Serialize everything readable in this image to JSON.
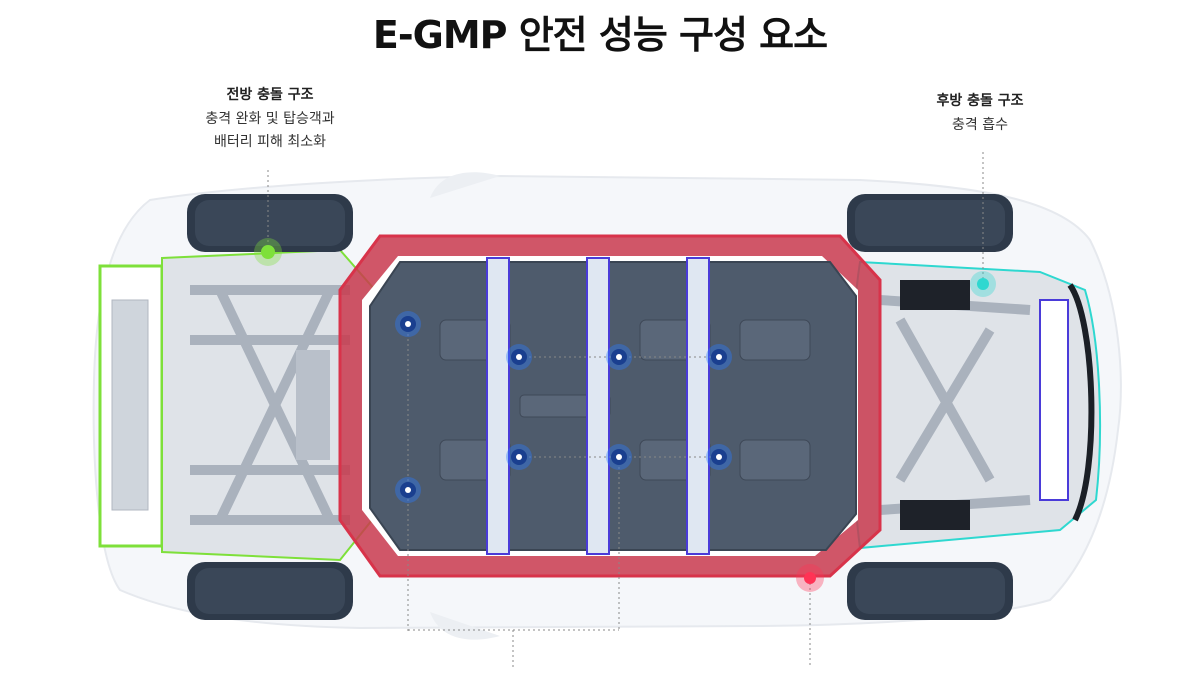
{
  "title": "E-GMP 안전 성능 구성 요소",
  "callouts": {
    "front": {
      "heading": "전방 충돌 구조",
      "line1": "충격 완화 및 탑승객과",
      "line2": "배터리 피해 최소화"
    },
    "rear": {
      "heading": "후방 충돌 구조",
      "line1": "충격 흡수"
    }
  },
  "colors": {
    "front_structure": "#7ee03a",
    "rear_structure": "#2ed8d0",
    "side_frame": "#d8334a",
    "battery": "#4e5b6c",
    "cross_member": "#4a3bd9",
    "mount_point": "#2a7bff",
    "tire": "#2e3a4a"
  },
  "icons": [
    "wheel-icon",
    "mount-bolt-icon",
    "marker-dot-icon"
  ]
}
